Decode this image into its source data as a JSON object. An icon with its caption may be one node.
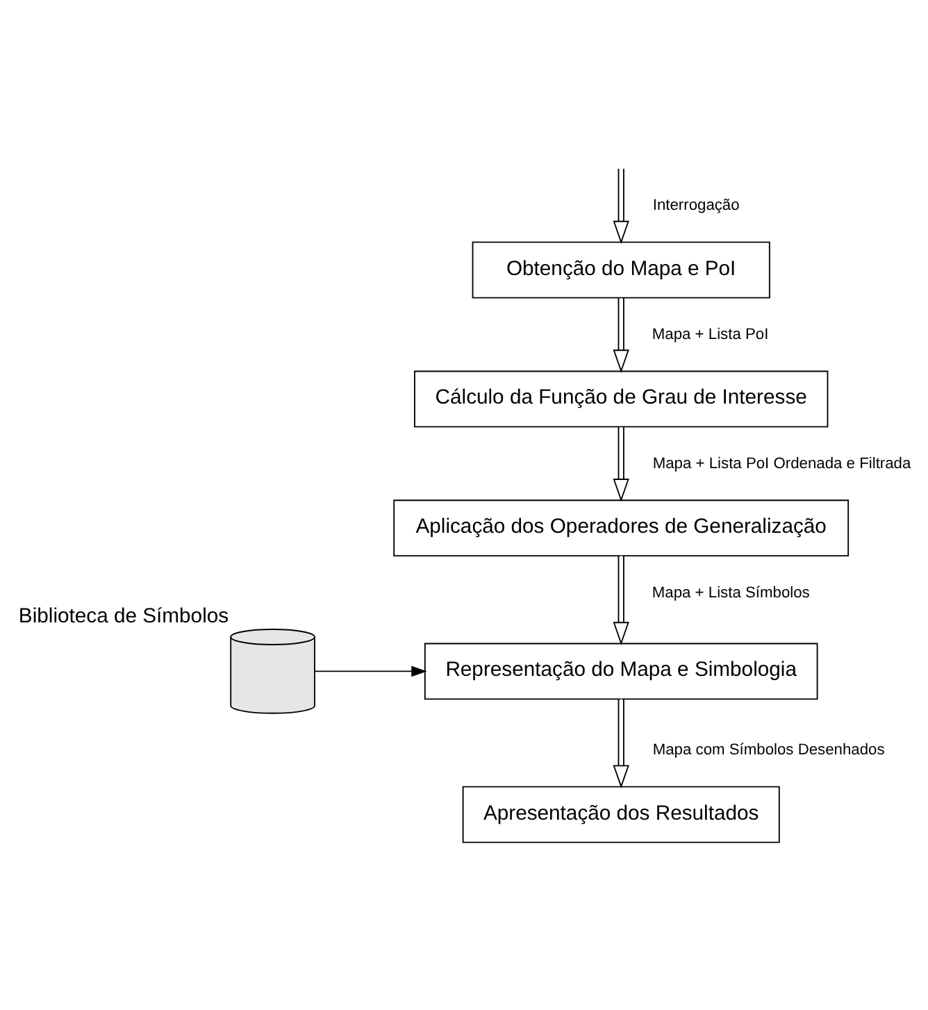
{
  "diagram": {
    "nodes": [
      {
        "text": [
          "Obtenção do Mapa e PoI"
        ]
      },
      {
        "text": [
          "Cálculo da Função de Grau de Interesse"
        ]
      },
      {
        "text": [
          "Aplicação dos Operadores de Generalização"
        ]
      },
      {
        "text": [
          "Representação do Mapa e Simbologia"
        ]
      },
      {
        "text": [
          "Apresentação dos Resultados"
        ]
      },
      {
        "text": [
          "Biblioteca de Símbolos"
        ]
      }
    ],
    "edges": [
      {
        "from": null,
        "to": 0,
        "arrow": "to",
        "label": "Interrogação"
      },
      {
        "from": 0,
        "to": 1,
        "arrow": "to",
        "label": "Mapa + Lista PoI"
      },
      {
        "from": 1,
        "to": 2,
        "arrow": "to",
        "label": "Mapa + Lista PoI Ordenada e Filtrada"
      },
      {
        "from": 2,
        "to": 3,
        "arrow": "to",
        "label": "Mapa + Lista Símbolos"
      },
      {
        "from": 3,
        "to": 4,
        "arrow": "to",
        "label": "Mapa com Símbolos Desenhados"
      },
      {
        "from": 5,
        "to": 3,
        "arrow": "to"
      }
    ]
  }
}
